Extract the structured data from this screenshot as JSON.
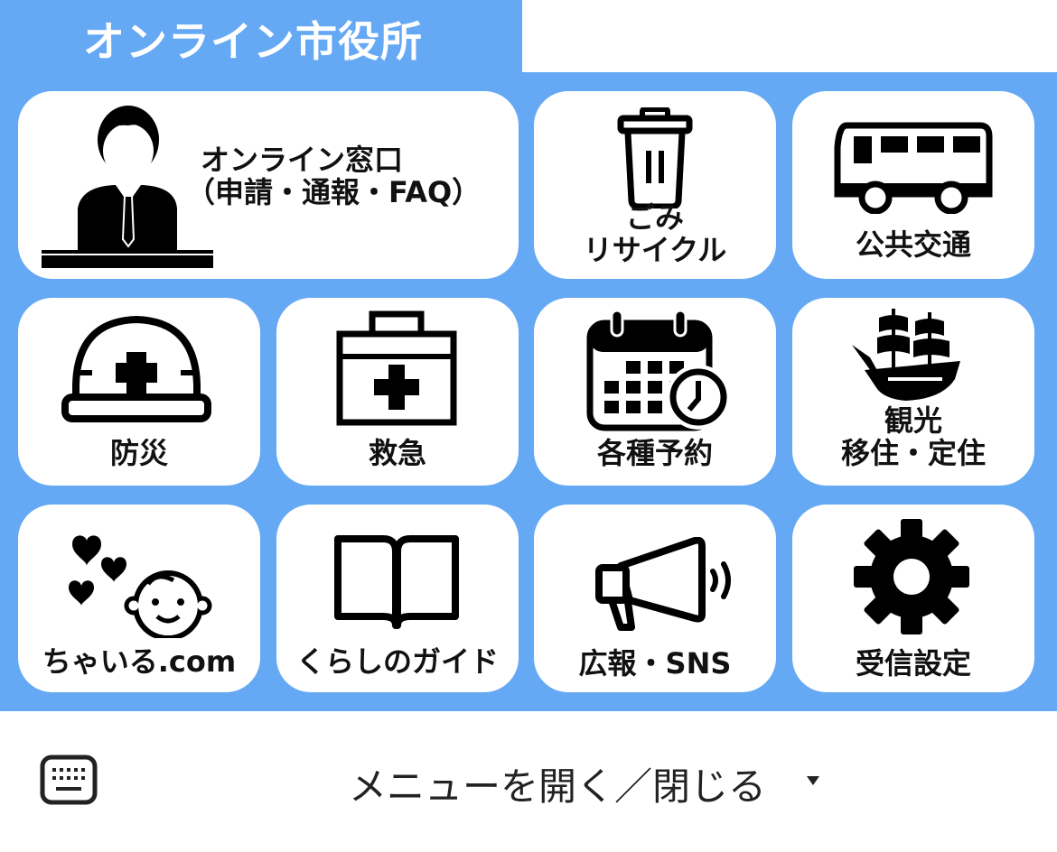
{
  "header": {
    "title": "オンライン市役所"
  },
  "colors": {
    "accent": "#65a9f5",
    "tile": "#ffffff",
    "text": "#111111"
  },
  "tiles": [
    {
      "lines": [
        "オンライン窓口",
        "（申請・通報・FAQ）"
      ],
      "icon": "clerk-at-desk-icon"
    },
    {
      "lines": [
        "ごみ",
        "リサイクル"
      ],
      "icon": "trash-bin-icon"
    },
    {
      "lines": [
        "公共交通"
      ],
      "icon": "bus-icon"
    },
    {
      "lines": [
        "防災"
      ],
      "icon": "helmet-icon"
    },
    {
      "lines": [
        "救急"
      ],
      "icon": "first-aid-kit-icon"
    },
    {
      "lines": [
        "各種予約"
      ],
      "icon": "calendar-clock-icon"
    },
    {
      "lines": [
        "観光",
        "移住・定住"
      ],
      "icon": "sailing-ship-icon"
    },
    {
      "lines": [
        "ちゃいる.com"
      ],
      "icon": "baby-hearts-icon"
    },
    {
      "lines": [
        "くらしのガイド"
      ],
      "icon": "open-book-icon"
    },
    {
      "lines": [
        "広報・SNS"
      ],
      "icon": "megaphone-icon"
    },
    {
      "lines": [
        "受信設定"
      ],
      "icon": "gear-icon"
    }
  ],
  "footer": {
    "toggle_label": "メニューを開く／閉じる",
    "caret": "▾",
    "keyboard_icon": "keyboard-icon"
  }
}
